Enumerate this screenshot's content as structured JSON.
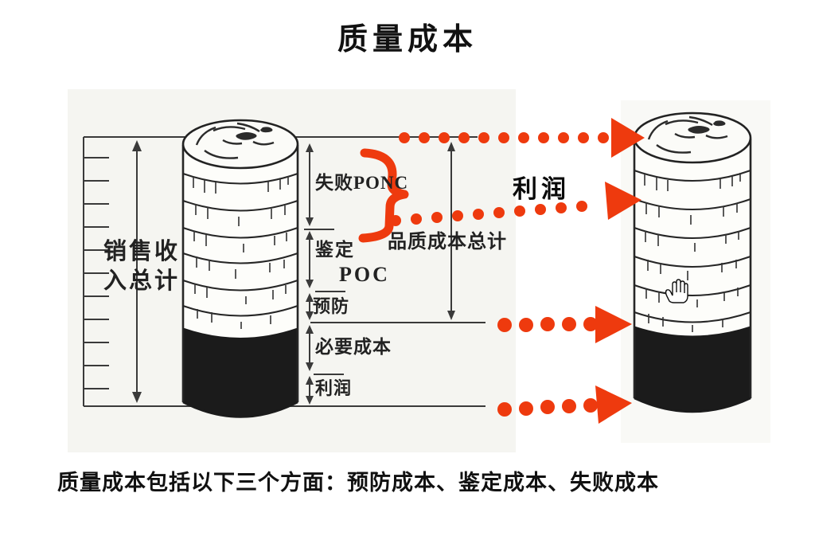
{
  "colors": {
    "accent_red": "#ee3a0e",
    "scan_ink": "#2b2b2b",
    "scan_bg_left": "#f5f5f1",
    "scan_bg_right": "#f9f9f6",
    "stack_dark": "#1b1b1b"
  },
  "title": "质量成本",
  "caption": "质量成本包括以下三个方面：预防成本、鉴定成本、失败成本",
  "left_ruler": {
    "label_line1": "销售收",
    "label_line2": "入总计"
  },
  "stack_sections": {
    "failure_ponc": "失败PONC",
    "appraisal": "鉴定",
    "poc": "POC",
    "prevention": "预防",
    "necessary_cost": "必要成本",
    "profit": "利润"
  },
  "quality_total_label": "品质成本总计",
  "profit_callout": "利润",
  "cursor": "hand"
}
